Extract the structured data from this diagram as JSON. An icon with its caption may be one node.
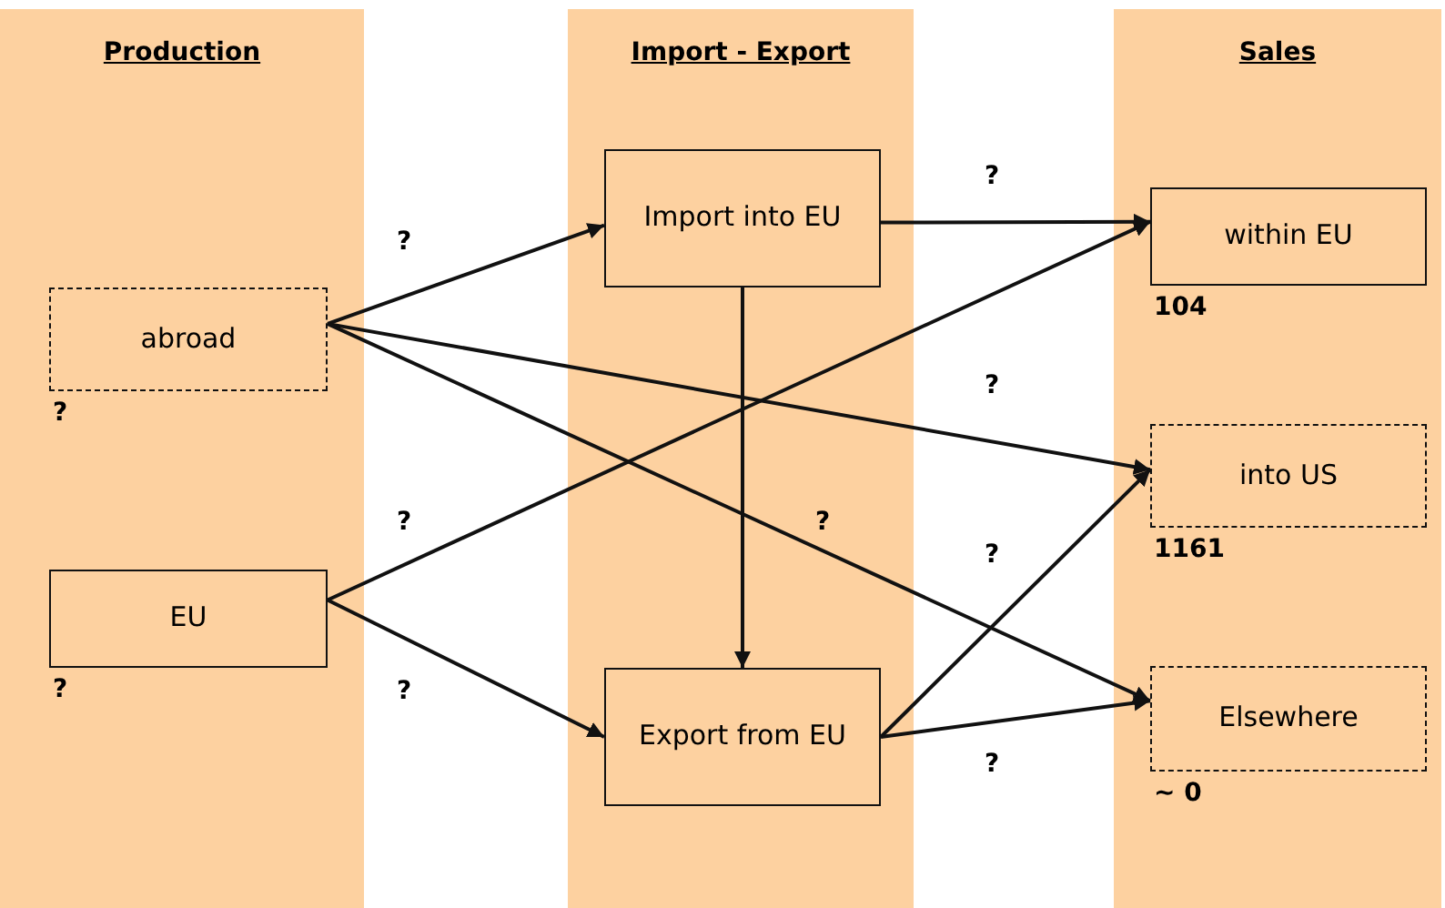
{
  "diagram": {
    "nodes": [
      {
        "text": [
          "Production"
        ]
      },
      {
        "text": [
          "Import - Export"
        ]
      },
      {
        "text": [
          "Sales"
        ]
      },
      {
        "text": [
          "abroad"
        ],
        "in": 0,
        "beside": [
          "?"
        ]
      },
      {
        "text": [
          "EU"
        ],
        "in": 0,
        "beside": [
          "?"
        ]
      },
      {
        "text": [
          "Import into EU"
        ],
        "in": 1
      },
      {
        "text": [
          "Export from EU"
        ],
        "in": 1
      },
      {
        "text": [
          "within EU"
        ],
        "in": 2,
        "beside": [
          "104"
        ]
      },
      {
        "text": [
          "into US"
        ],
        "in": 2,
        "beside": [
          "1161"
        ]
      },
      {
        "text": [
          "Elsewhere"
        ],
        "in": 2,
        "beside": [
          "~ 0"
        ]
      }
    ],
    "edges": [
      {
        "from": 3,
        "to": 5,
        "arrow": "to",
        "label": "?"
      },
      {
        "from": 3,
        "to": 8,
        "arrow": "to",
        "label": "?"
      },
      {
        "from": 3,
        "to": 9,
        "arrow": "to",
        "label": "?"
      },
      {
        "from": 4,
        "to": 7,
        "arrow": "to",
        "label": "?"
      },
      {
        "from": 4,
        "to": 6,
        "arrow": "to",
        "label": "?"
      },
      {
        "from": 5,
        "to": 7,
        "arrow": "to",
        "label": "?"
      },
      {
        "from": 5,
        "to": 6,
        "arrow": "to"
      },
      {
        "from": 6,
        "to": 8,
        "arrow": "to",
        "label": "?"
      },
      {
        "from": 6,
        "to": 9,
        "arrow": "to",
        "label": "?"
      }
    ]
  }
}
